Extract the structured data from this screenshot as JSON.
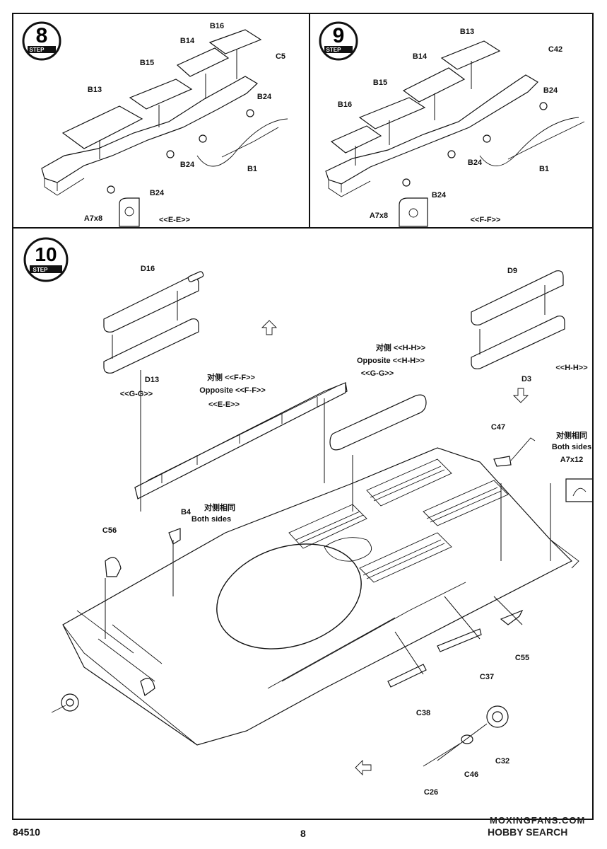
{
  "steps": {
    "step8": {
      "badge_number": "8",
      "badge_word": "STEP",
      "parts": [
        "B16",
        "B14",
        "B15",
        "C5",
        "B13",
        "B24",
        "B24",
        "B1",
        "B24",
        "A7x8"
      ],
      "section_label": "<<E-E>>"
    },
    "step9": {
      "badge_number": "9",
      "badge_word": "STEP",
      "parts": [
        "B13",
        "C42",
        "B14",
        "B15",
        "B24",
        "B16",
        "B24",
        "B1",
        "B24",
        "A7x8"
      ],
      "section_label": "<<F-F>>"
    },
    "step10": {
      "badge_number": "10",
      "badge_word": "STEP",
      "parts": {
        "d16": "D16",
        "d13": "D13",
        "d9": "D9",
        "d3": "D3",
        "c47": "C47",
        "a7x12": "A7x12",
        "b4": "B4",
        "c56": "C56",
        "c55": "C55",
        "c37": "C37",
        "c38": "C38",
        "c32": "C32",
        "c46": "C46",
        "c26": "C26"
      },
      "labels": {
        "gg_left": "<<G-G>>",
        "hh_right": "<<H-H>>",
        "opp_cn_1": "对侧 <<F-F>>",
        "opp_en_1": "Opposite <<F-F>>",
        "ee": "<<E-E>>",
        "opp_cn_2": "对侧 <<H-H>>",
        "opp_en_2": "Opposite <<H-H>>",
        "gg_mid": "<<G-G>>",
        "both_cn_1": "对侧相同",
        "both_en_1": "Both sides",
        "both_cn_2": "对侧相同",
        "both_en_2": "Both sides"
      }
    }
  },
  "footer": {
    "kit_code": "84510",
    "page_number": "8",
    "watermark_1": "MOXINGFANS.COM",
    "watermark_2": "HOBBY SEARCH"
  }
}
